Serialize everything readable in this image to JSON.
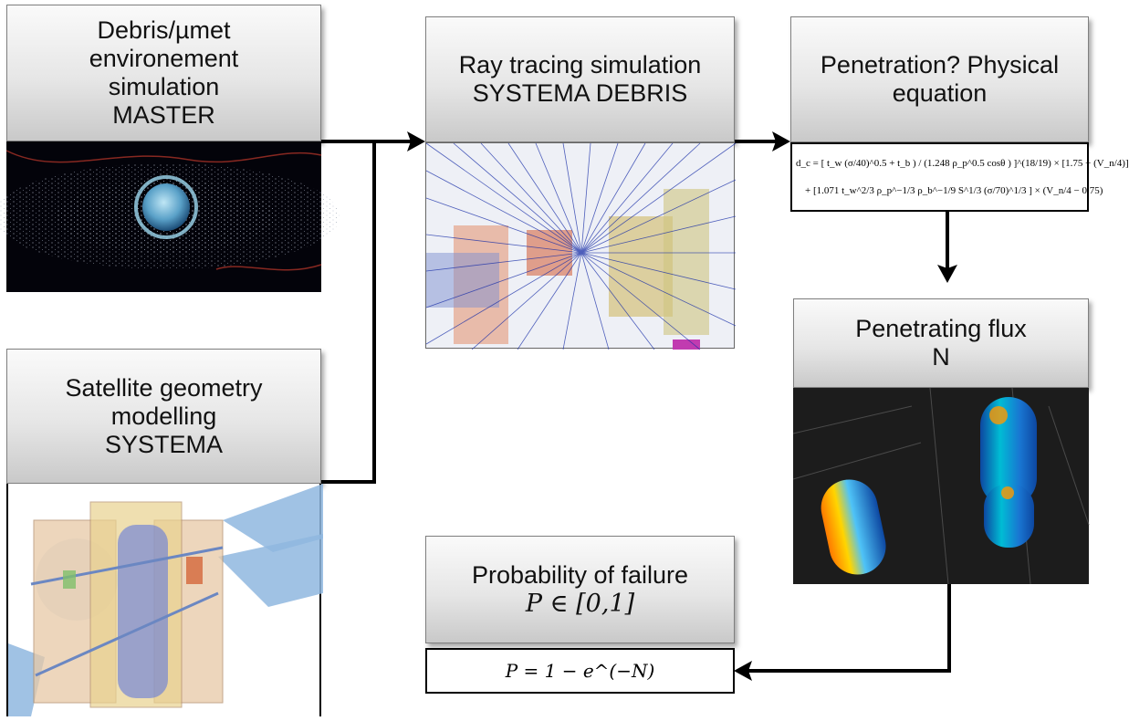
{
  "boxes": {
    "debris": [
      "Debris/µmet",
      "environement",
      "simulation",
      "MASTER"
    ],
    "satellite": [
      "Satellite geometry",
      "modelling",
      "SYSTEMA"
    ],
    "raytracing": [
      "Ray tracing simulation",
      "SYSTEMA DEBRIS"
    ],
    "penetration": [
      "Penetration? Physical",
      "equation"
    ],
    "flux": [
      "Penetrating flux",
      "N"
    ],
    "probability": [
      "Probability of failure",
      "P ∈ [0,1]"
    ]
  },
  "formulas": {
    "probability": "P = 1 − e^(−N)",
    "ballistic_line1": "d_c = [ t_w (σ/40)^0.5 + t_b ) / (1.248 ρ_p^0.5 cosθ ) ]^(18/19) × [1.75 − (V_n/4)]",
    "ballistic_line2": "+ [1.071 t_w^2/3 ρ_p^−1/3 ρ_b^−1/9 S^1/3 (σ/70)^1/3 ] × (V_n/4 − 0.75)"
  }
}
